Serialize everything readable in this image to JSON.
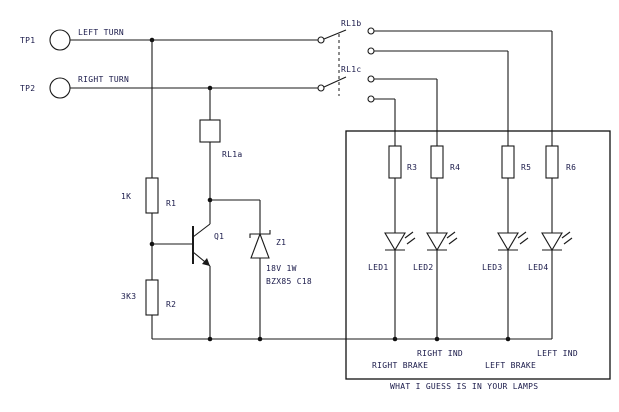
{
  "labels": {
    "tp1": "TP1",
    "tp2": "TP2",
    "left_turn": "LEFT TURN",
    "right_turn": "RIGHT TURN",
    "rl1b": "RL1b",
    "rl1c": "RL1c",
    "rl1a": "RL1a",
    "r1_value": "1K",
    "r1": "R1",
    "r2_value": "3K3",
    "r2": "R2",
    "q1": "Q1",
    "z1": "Z1",
    "z1_rating": "18V 1W",
    "z1_part": "BZX85 C18",
    "r3": "R3",
    "r4": "R4",
    "r5": "R5",
    "r6": "R6",
    "led1": "LED1",
    "led2": "LED2",
    "led3": "LED3",
    "led4": "LED4",
    "right_ind": "RIGHT IND",
    "left_ind": "LEFT IND",
    "right_brake": "RIGHT BRAKE",
    "left_brake": "LEFT BRAKE",
    "lamps_caption": "WHAT I GUESS IS IN YOUR LAMPS"
  }
}
